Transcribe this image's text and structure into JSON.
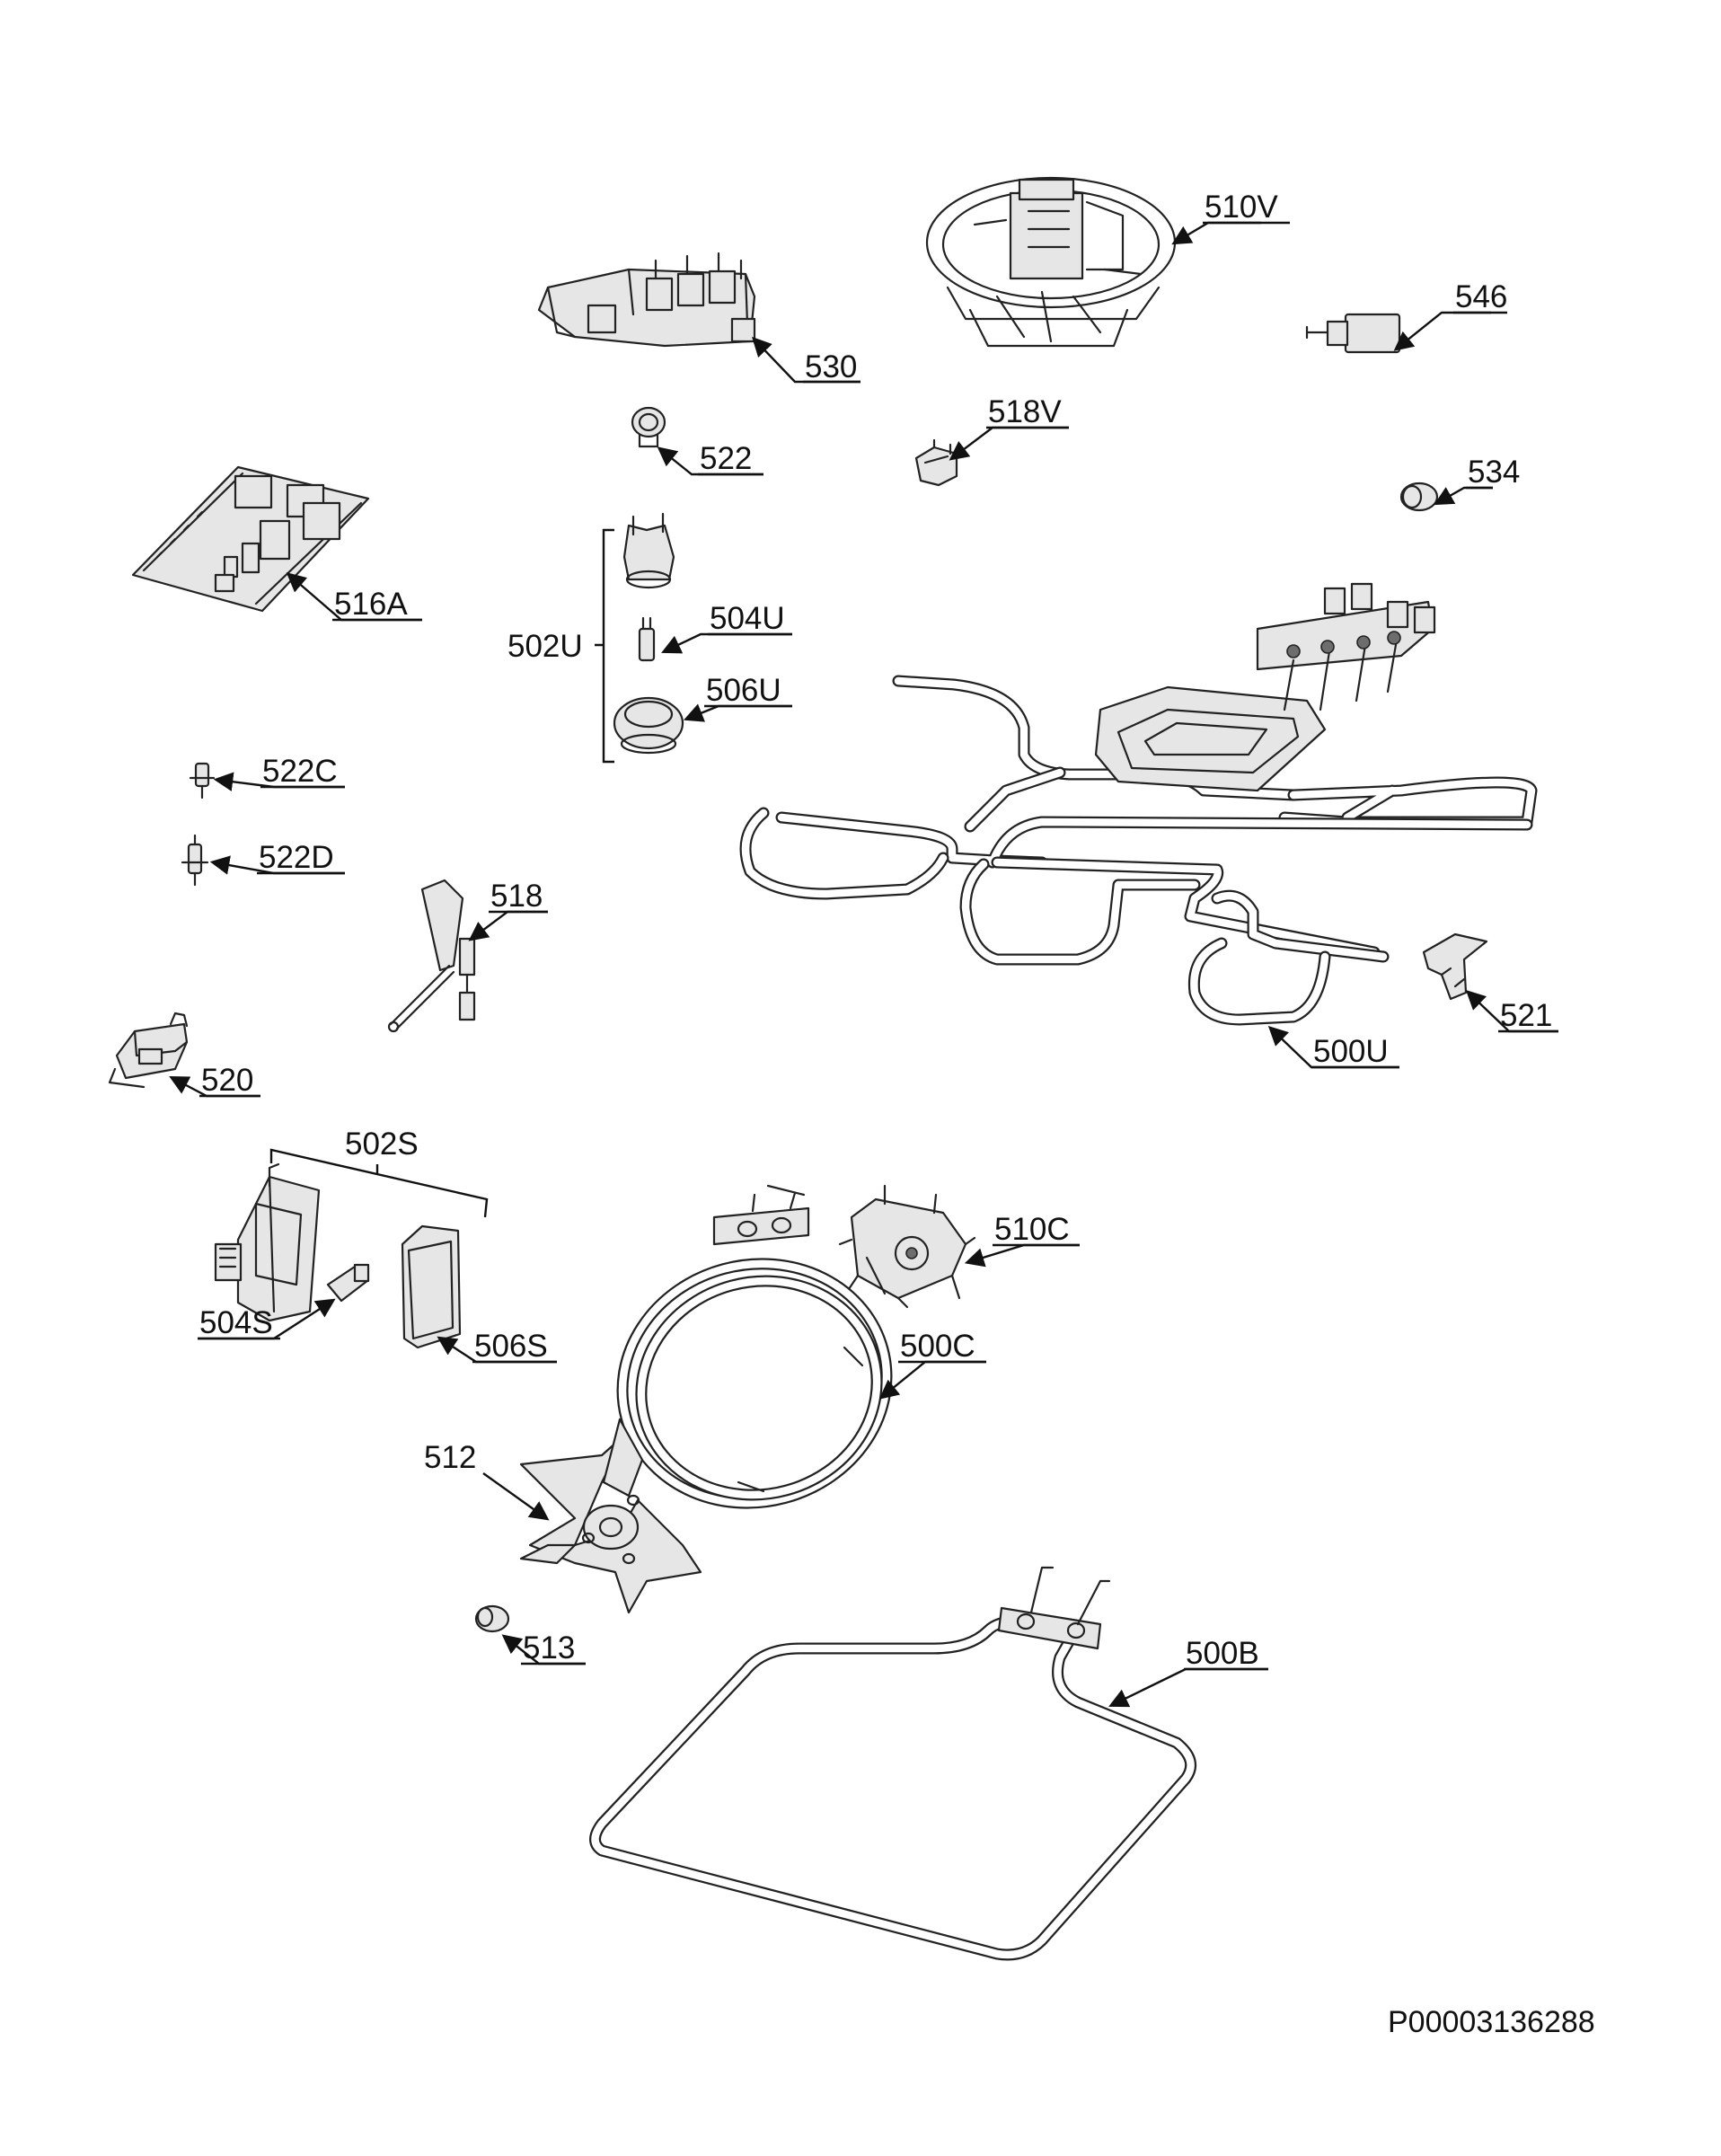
{
  "diagram": {
    "reference_code": "P00003136288",
    "parts": {
      "p510V": "510V",
      "p546": "546",
      "p530": "530",
      "p522": "522",
      "p518V": "518V",
      "p534": "534",
      "p516A": "516A",
      "p502U": "502U",
      "p504U": "504U",
      "p506U": "506U",
      "p522C": "522C",
      "p522D": "522D",
      "p518": "518",
      "p520": "520",
      "p521": "521",
      "p500U": "500U",
      "p502S": "502S",
      "p510C": "510C",
      "p504S": "504S",
      "p506S": "506S",
      "p500C": "500C",
      "p512": "512",
      "p513": "513",
      "p500B": "500B"
    }
  }
}
